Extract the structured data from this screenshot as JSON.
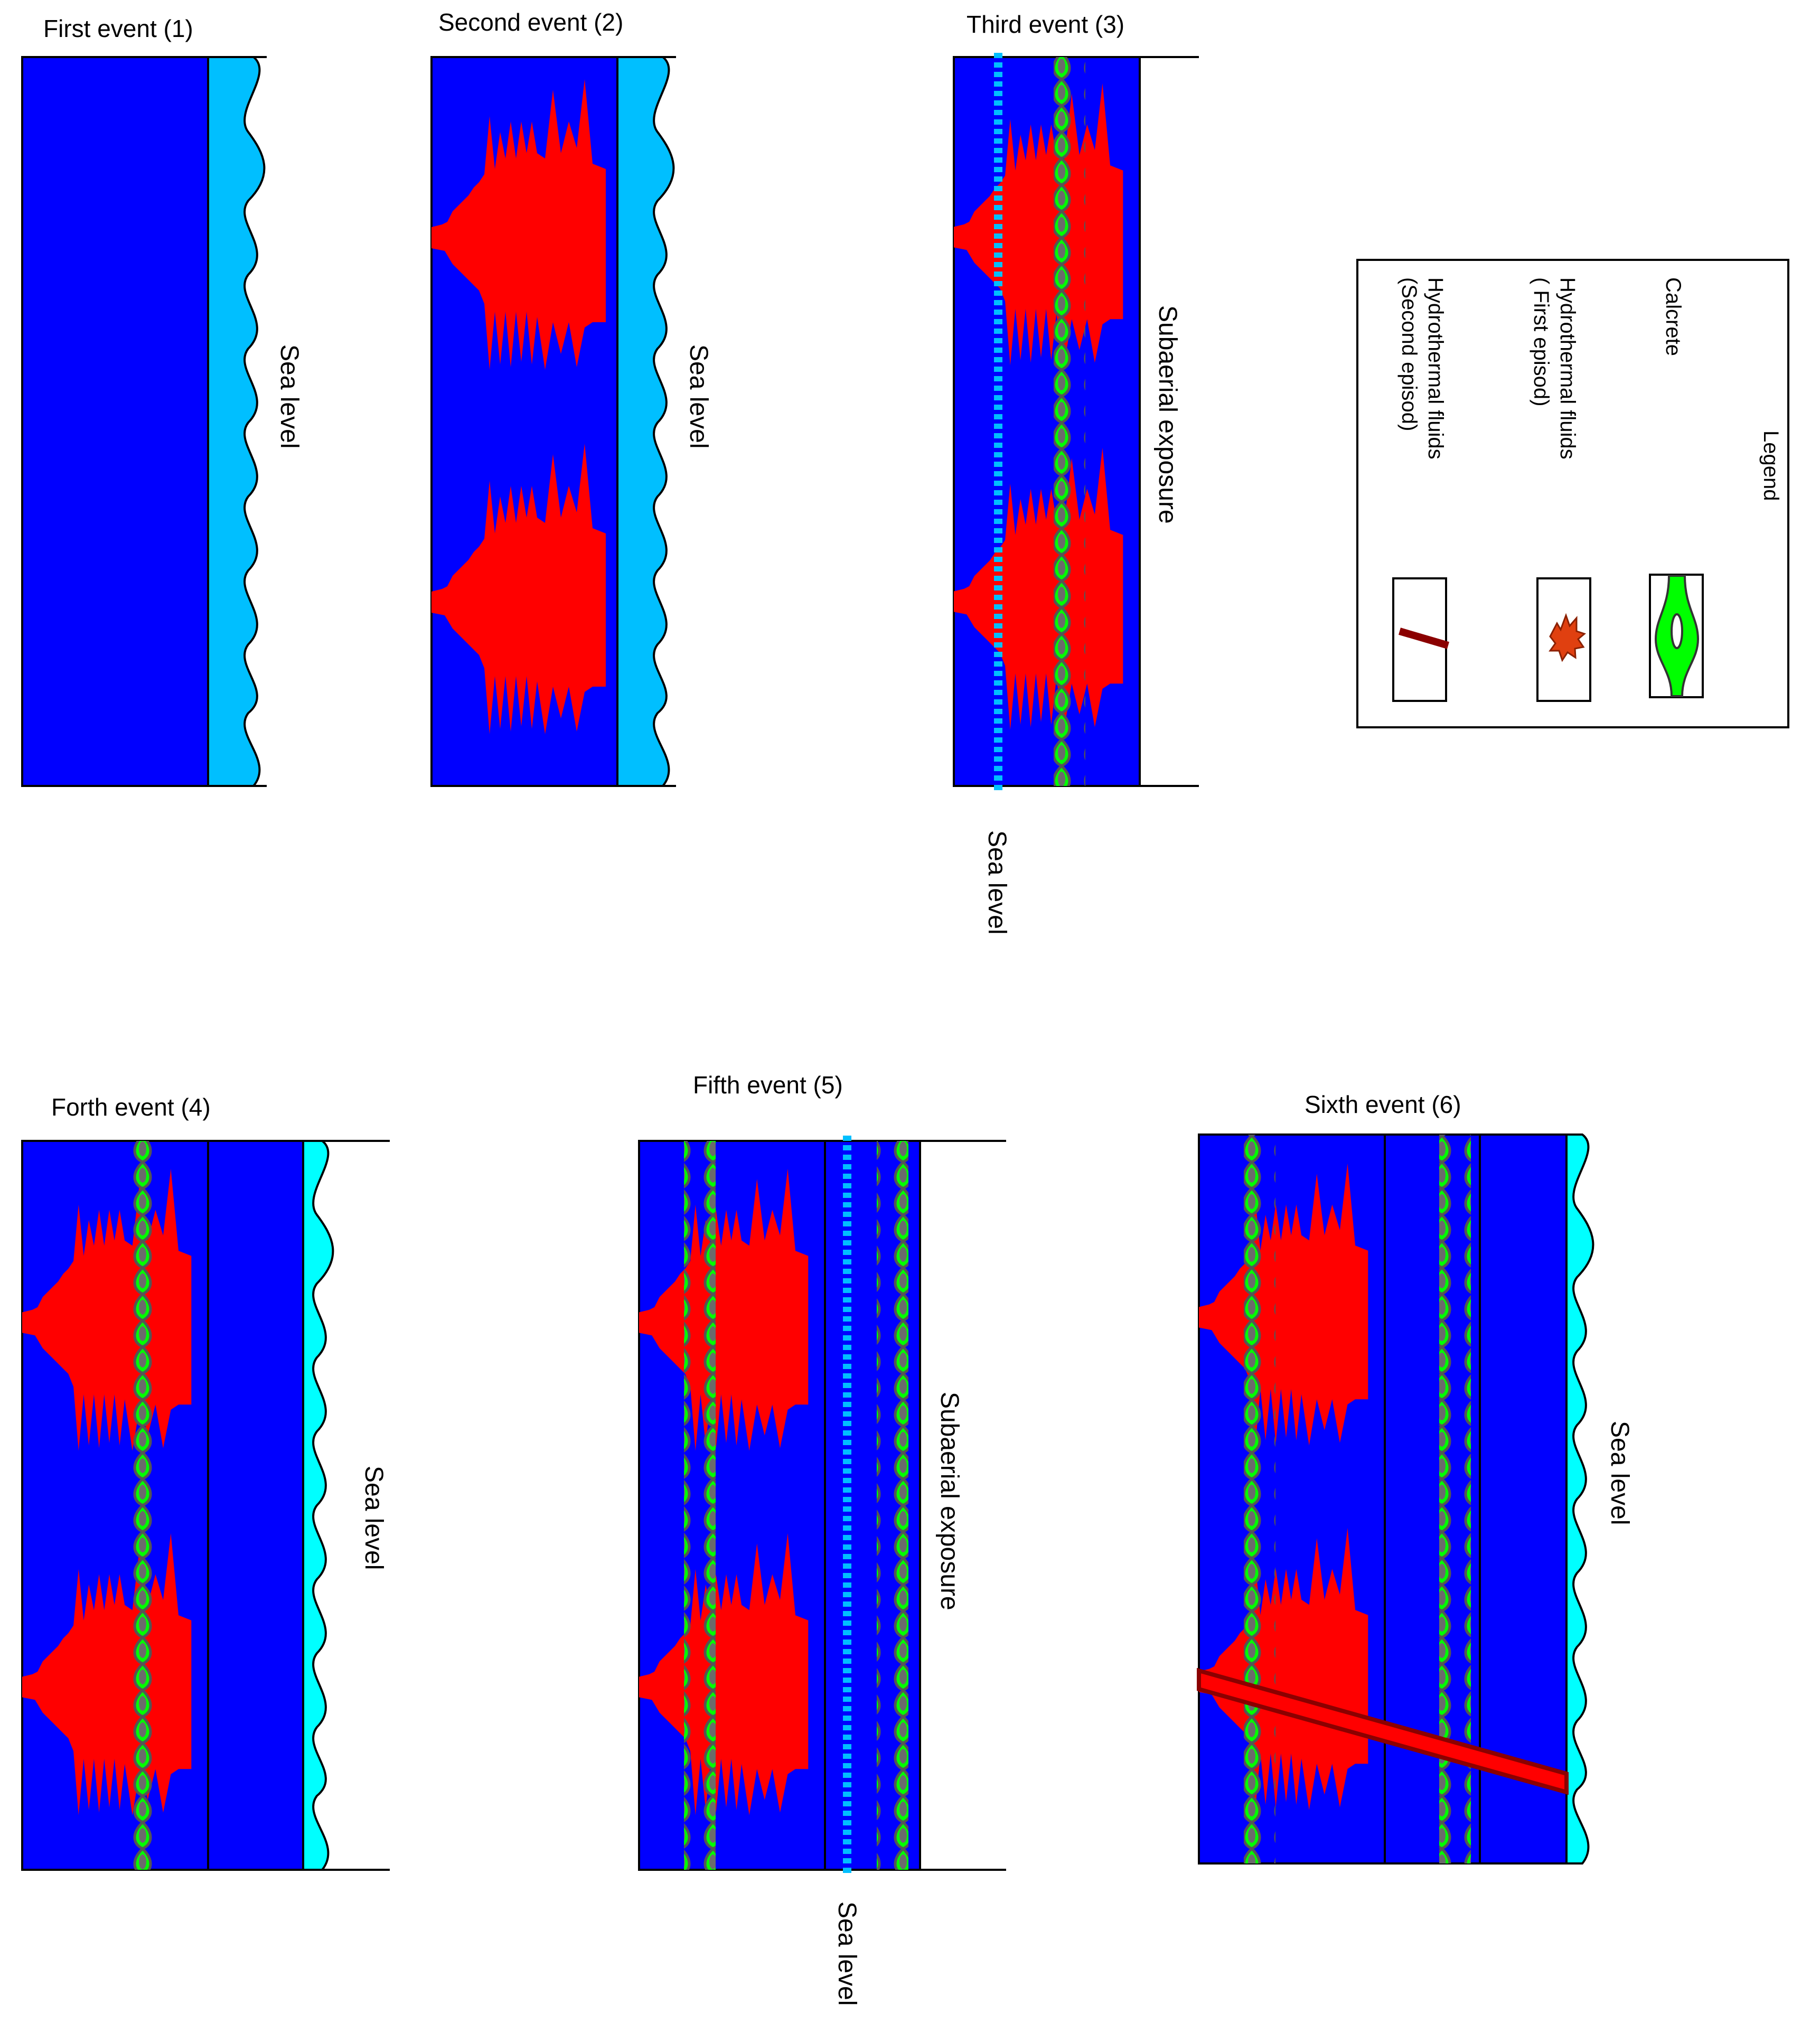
{
  "colors": {
    "host_rock": "#0000ff",
    "sea": "#00bfff",
    "sea_alt": "#00ffff",
    "first_fluid": "#ff0000",
    "calcrete": "#00ff00",
    "calcrete_outline": "#6b6b6b",
    "second_fluid_core": "#ff0000",
    "second_fluid_edge": "#8b0000",
    "legend_fluid_icon": "#e04010"
  },
  "icons": {
    "calcrete": "calcrete-nodule-icon",
    "first_fluid": "spiky-fluid-icon",
    "second_fluid": "dike-stripe-icon"
  },
  "panels": [
    {
      "id": "event-1",
      "title": "First event (1)",
      "side_label": "Sea level"
    },
    {
      "id": "event-2",
      "title": "Second event (2)",
      "side_label": "Sea level"
    },
    {
      "id": "event-3",
      "title": "Third event (3)",
      "side_label": "Subaerial  exposure",
      "bottom_label": "Sea level"
    },
    {
      "id": "event-4",
      "title": "Forth event (4)",
      "side_label": "Sea level"
    },
    {
      "id": "event-5",
      "title": "Fifth event (5)",
      "side_label": "Subaerial  exposure",
      "bottom_label": "Sea level"
    },
    {
      "id": "event-6",
      "title": "Sixth event (6)",
      "side_label": "Sea level"
    }
  ],
  "legend": {
    "title": "Legend",
    "items": [
      {
        "label": "Calcrete"
      },
      {
        "label_line1": "Hydrothermal fluids",
        "label_line2": "( First episod)"
      },
      {
        "label_line1": "Hydrothermal fluids",
        "label_line2": "(Second episod)"
      }
    ]
  }
}
